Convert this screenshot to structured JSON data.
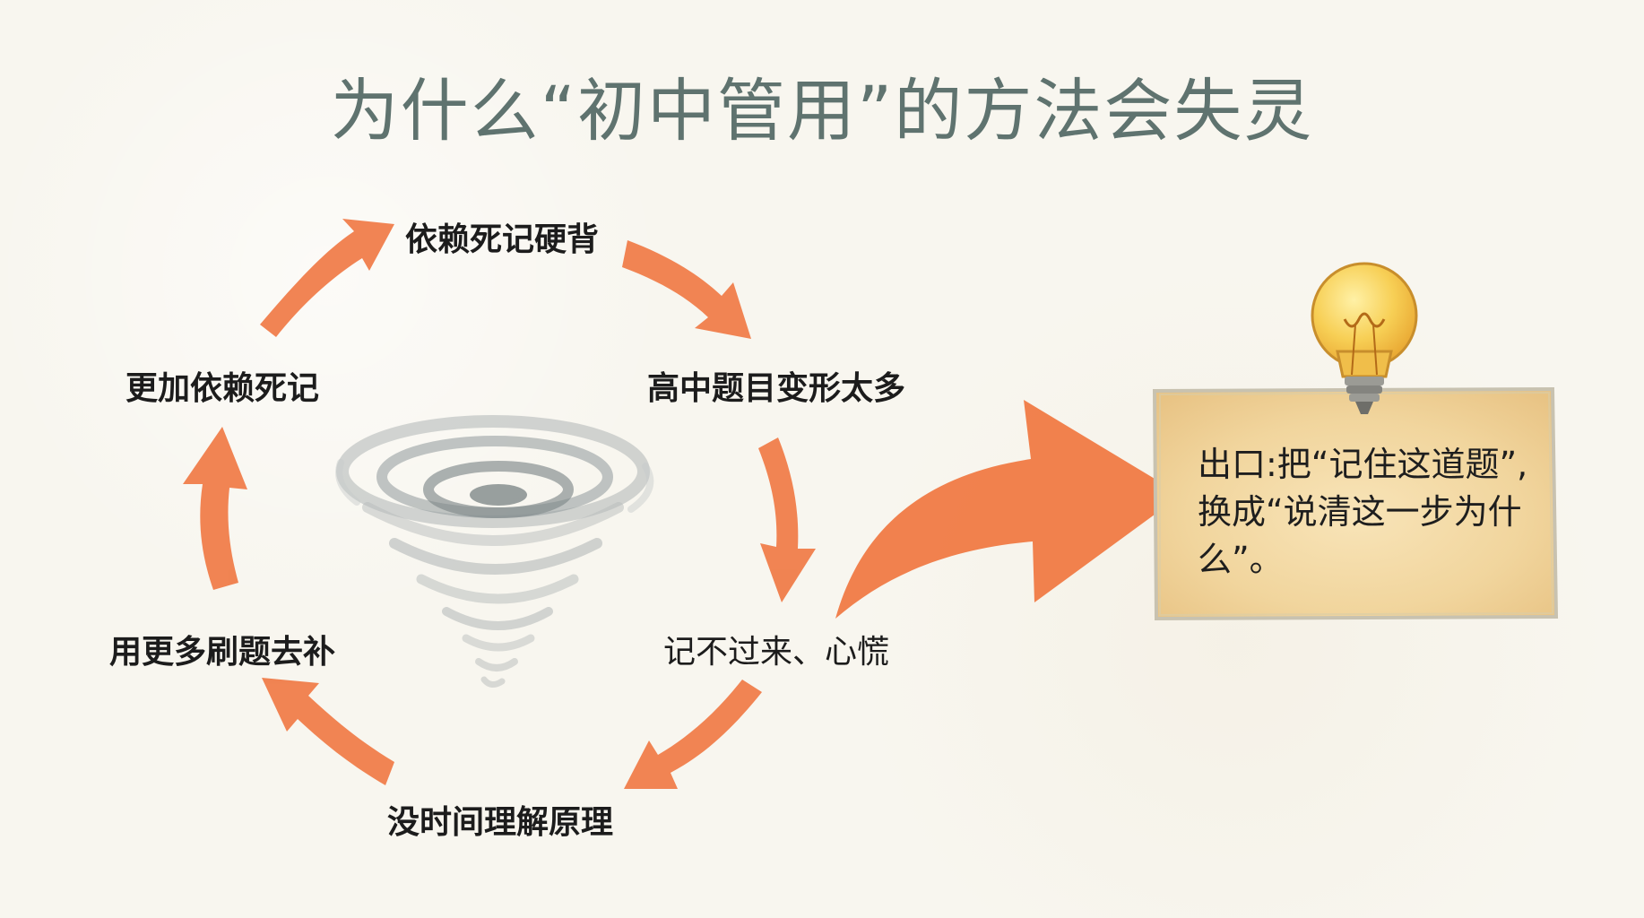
{
  "title": "为什么“初中管用”的方法会失灵",
  "cycle": {
    "steps": [
      {
        "label": "依赖死记硬背"
      },
      {
        "label": "高中题目变形太多"
      },
      {
        "label": "记不过来、心慌"
      },
      {
        "label": "没时间理解原理"
      },
      {
        "label": "用更多刷题去补"
      },
      {
        "label": "更加依赖死记"
      }
    ]
  },
  "exit_note": {
    "text": "出口:把“记住这道题”,换成“说清这一步为什么”。"
  },
  "colors": {
    "arrow": "#f07a45",
    "title": "#5f736f",
    "note_bg": "#f3dcac",
    "tornado": "#9aa3a5",
    "bulb": "#f3c64f"
  },
  "icons": {
    "center": "tornado-icon",
    "note": "lightbulb-icon"
  }
}
